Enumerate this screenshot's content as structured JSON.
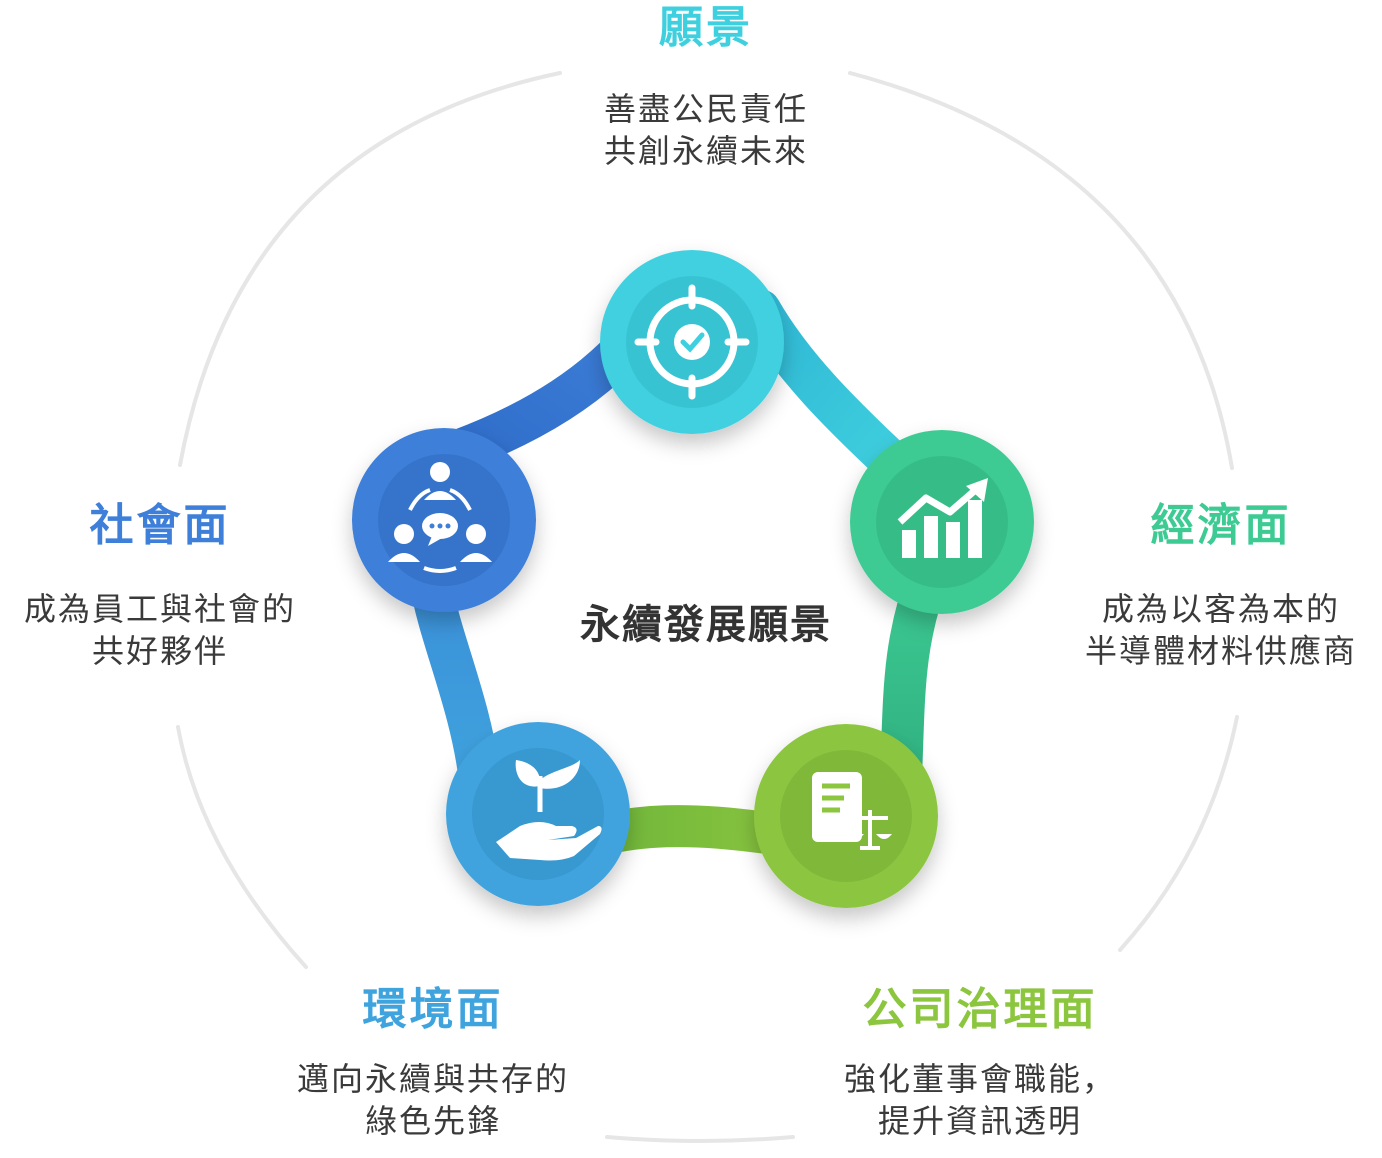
{
  "center_title": "永續發展願景",
  "colors": {
    "vision": "#3fd0df",
    "economy": "#3dcb93",
    "governance": "#8cc63f",
    "environment": "#3fa3de",
    "society": "#3d7fd9",
    "ring": "#e6e6e6",
    "text": "#3a3a3a"
  },
  "nodes": {
    "vision": {
      "title": "願景",
      "line1": "善盡公民責任",
      "line2": "共創永續未來",
      "icon": "target-check-icon"
    },
    "economy": {
      "title": "經濟面",
      "line1": "成為以客為本的",
      "line2": "半導體材料供應商",
      "icon": "growth-chart-icon"
    },
    "governance": {
      "title": "公司治理面",
      "line1": "強化董事會職能，",
      "line2": "提升資訊透明",
      "icon": "document-scale-icon"
    },
    "environment": {
      "title": "環境面",
      "line1": "邁向永續與共存的",
      "line2": "綠色先鋒",
      "icon": "plant-hand-icon"
    },
    "society": {
      "title": "社會面",
      "line1": "成為員工與社會的",
      "line2": "共好夥伴",
      "icon": "team-chat-icon"
    }
  }
}
